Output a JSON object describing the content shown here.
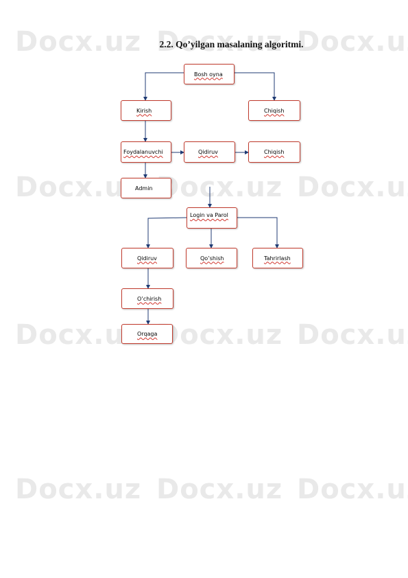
{
  "watermark": "Docx.uz",
  "heading": "2.2. Qo’yilgan masalaning algoritmi.",
  "nodes": {
    "bosh_oyna": "Bosh oyna",
    "kirish": "Kirish",
    "chiqish_top": "Chiqish",
    "foydalanuvchi": "Foydalanuvchi",
    "qidiruv_top": "Qidiruv",
    "chiqish_mid": "Chiqish",
    "admin": "Admin",
    "login_parol": "Login va Parol",
    "qidiruv": "Qidiruv",
    "qoshish": "Qo’shish",
    "tahrirlash": "Tahrirlash",
    "ochirish": "O’chirish",
    "orqaga": "Orqaga"
  }
}
